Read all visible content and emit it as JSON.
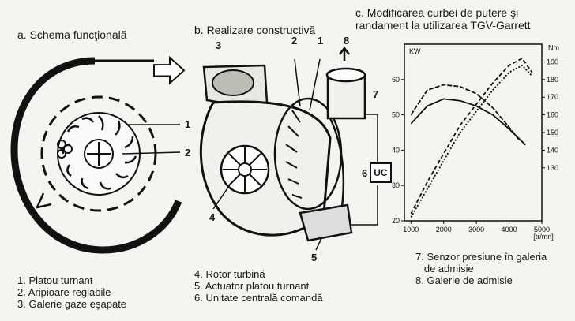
{
  "panel_a": {
    "title": "a. Schema funcţională",
    "labels": [
      "1",
      "2"
    ],
    "legend": [
      "1. Platou turnant",
      "2. Aripioare reglabile",
      "3. Galerie gaze eşapate"
    ]
  },
  "panel_b": {
    "title": "b. Realizare constructivă",
    "labels": [
      "3",
      "2",
      "1",
      "8",
      "7",
      "6",
      "4",
      "5"
    ],
    "uc_label": "UC",
    "legend": [
      "4. Rotor turbină",
      "5. Actuator platou turnant",
      "6. Unitate centrală comandă"
    ]
  },
  "panel_c": {
    "title_lines": [
      "c. Modificarea curbei de putere şi",
      "randament la utilizarea TGV-Garrett"
    ],
    "legend": [
      "7. Senzor presiune în galeria",
      "   de admisie",
      "8. Galerie de admisie"
    ]
  },
  "chart_data": {
    "type": "line",
    "x_ticks": [
      1000,
      2000,
      3000,
      4000,
      5000
    ],
    "x_unit": "[tr/mn]",
    "y_left_label": "KW",
    "y_left_ticks": [
      20,
      30,
      40,
      50,
      60
    ],
    "y_left_range": [
      20,
      70
    ],
    "y_right_label": "Nm",
    "y_right_ticks": [
      130,
      140,
      150,
      160,
      170,
      180,
      190
    ],
    "y_right_range": [
      100,
      200
    ],
    "series": [
      {
        "axis": "left",
        "x": [
          1000,
          1500,
          2000,
          2500,
          3000,
          3500,
          4000,
          4400,
          4700
        ],
        "y": [
          22,
          31,
          39,
          47,
          53,
          59,
          64,
          66,
          62
        ]
      },
      {
        "axis": "left",
        "x": [
          1000,
          1500,
          2000,
          2500,
          3000,
          3500,
          4000,
          4400,
          4700
        ],
        "y": [
          21,
          29,
          37,
          45,
          51,
          57,
          62,
          64,
          61
        ]
      },
      {
        "axis": "right",
        "x": [
          1000,
          1500,
          2000,
          2500,
          3000,
          3500,
          4000,
          4300
        ],
        "y": [
          160,
          174,
          177,
          176,
          172,
          164,
          153,
          146
        ]
      },
      {
        "axis": "right",
        "x": [
          1000,
          1500,
          2000,
          2500,
          3000,
          3500,
          4000,
          4500
        ],
        "y": [
          155,
          165,
          169,
          168,
          165,
          160,
          152,
          143
        ]
      }
    ]
  }
}
